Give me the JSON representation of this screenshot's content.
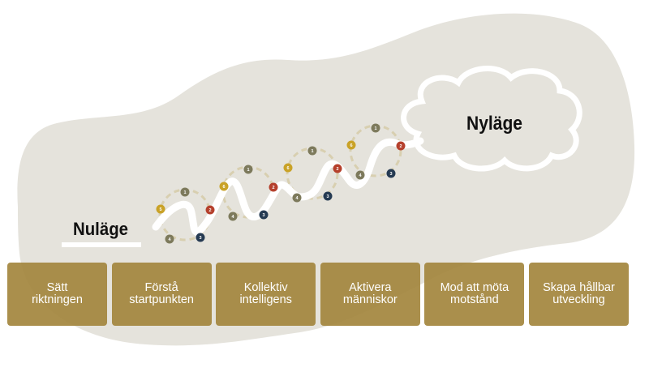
{
  "labels": {
    "start": "Nuläge",
    "goal": "Nyläge"
  },
  "colors": {
    "blob": "#e5e3dc",
    "card": "#a4863e",
    "dash": "#d8cfb0",
    "dot_gold": "#c9a227",
    "dot_olive": "#7d7a5c",
    "dot_red": "#b5402c",
    "dot_navy": "#253a52",
    "path": "#ffffff"
  },
  "loop_markers": [
    [
      "5",
      "1",
      "2",
      "3",
      "4"
    ],
    [
      "6",
      "1",
      "2",
      "3",
      "4"
    ],
    [
      "6",
      "1",
      "2",
      "3",
      "4"
    ],
    [
      "6",
      "1",
      "2",
      "3",
      "4"
    ]
  ],
  "steps": [
    {
      "label": "Sätt\nriktningen"
    },
    {
      "label": "Förstå\nstartpunkten"
    },
    {
      "label": "Kollektiv\nintelligens"
    },
    {
      "label": "Aktivera\nmänniskor"
    },
    {
      "label": "Mod att möta\nmotstånd"
    },
    {
      "label": "Skapa hållbar\nutveckling"
    }
  ]
}
